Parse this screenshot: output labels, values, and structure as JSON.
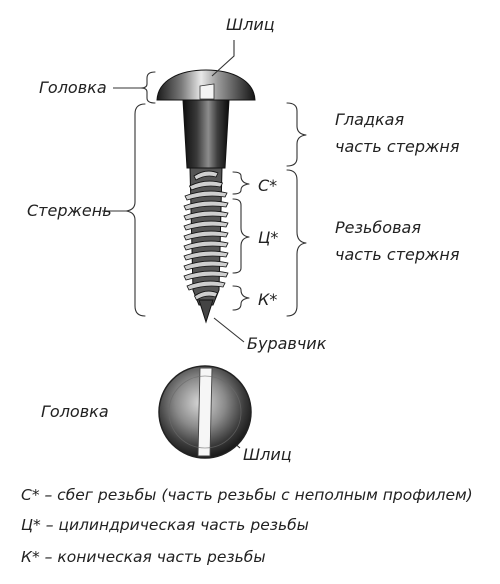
{
  "title": "",
  "labels": {
    "slot_top": "Шлиц",
    "head_side": "Головка",
    "smooth_shank": [
      "Гладкая",
      "часть стержня"
    ],
    "shank": "Стержень",
    "runout": "С*",
    "cylindrical": "Ц*",
    "threaded_shank": [
      "Резьбовая",
      "часть стержня"
    ],
    "conical": "К*",
    "gimlet_point": "Буравчик",
    "head_top_view": "Головка",
    "slot_bottom": "Шлиц"
  },
  "legend": [
    "С* – сбег резьбы (часть резьбы с неполным профилем)",
    "Ц* – цилиндрическая часть резьбы",
    "К* – коническая часть резьбы"
  ]
}
